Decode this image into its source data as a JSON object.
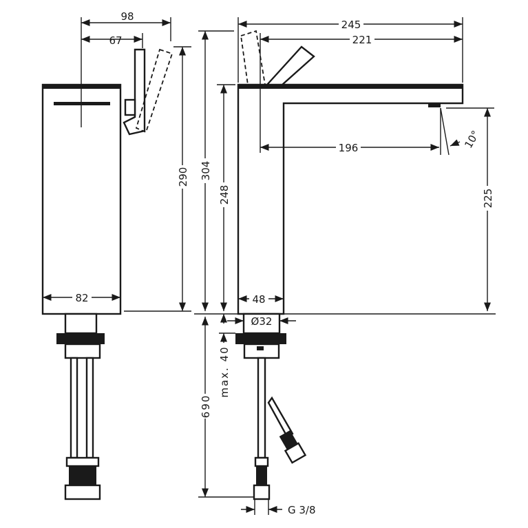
{
  "title": "Faucet dimensional drawing",
  "dimensions": {
    "side_width_total": "98",
    "side_lever_offset": "67",
    "side_height": "290",
    "side_body_width": "82",
    "front_total_height": "304",
    "front_body_height": "248",
    "front_reach_total": "245",
    "front_reach_lever": "221",
    "front_spout_reach": "196",
    "spout_angle": "10°",
    "spout_clearance": "225",
    "front_body_width": "48",
    "shank_diameter": "Ø32",
    "hose_length": "690",
    "max_deck_thickness": "max. 40",
    "connection_thread": "G 3/8"
  }
}
